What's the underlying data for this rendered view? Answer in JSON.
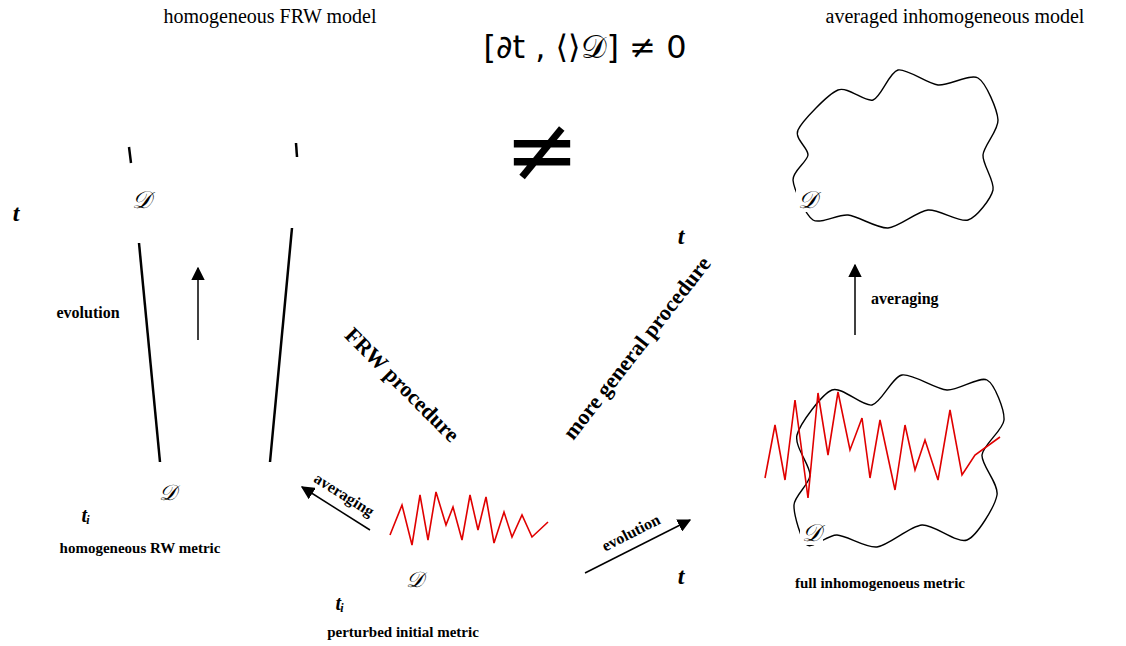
{
  "diagram": {
    "nodes": [
      {
        "text": [
          "𝒟"
        ]
      },
      {
        "text": [
          "𝒟"
        ]
      }
    ],
    "edges": [
      {
        "from": 1,
        "to": 0,
        "arrow": "to",
        "label": "averaging"
      }
    ],
    "labels": [
      "homogeneous FRW model",
      "[∂t , ⟨⟩𝒟] ≠ 0",
      "averaged inhomogeneous model",
      "≠",
      "t",
      "𝒟",
      "evolution",
      "FRW procedure",
      "more general procedure",
      "t",
      "averaging",
      "𝒟",
      "tᵢ",
      "homogeneous RW metric",
      "𝒟",
      "tᵢ",
      "perturbed initial metric",
      "evolution",
      "t",
      "full inhomogenoeus metric"
    ]
  }
}
